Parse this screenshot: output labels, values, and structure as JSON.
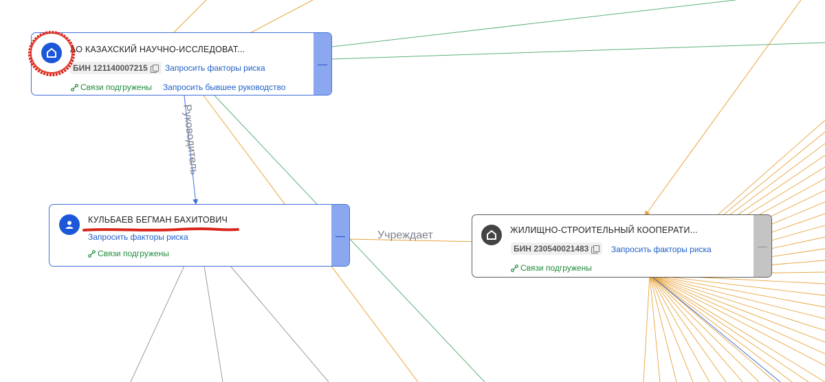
{
  "graph": {
    "nodes": {
      "org": {
        "title": "АО КАЗАХСКИЙ НАУЧНО-ИССЛЕДОВАТ...",
        "bin": "БИН 121140007215",
        "risk_link": "Запросить факторы риска",
        "links_status": "Связи подгружены",
        "former_mgmt_link": "Запросить бывшее руководство",
        "collapse": "—"
      },
      "person": {
        "title": "КУЛЬБАЕВ БЕГМАН БАХИТОВИЧ",
        "risk_link": "Запросить факторы риска",
        "links_status": "Связи подгружены",
        "collapse": "—"
      },
      "coop": {
        "title": "ЖИЛИЩНО-СТРОИТЕЛЬНЫЙ КООПЕРАТИ...",
        "bin": "БИН 230540021483",
        "risk_link": "Запросить факторы риска",
        "links_status": "Связи подгружены",
        "collapse": "—"
      }
    },
    "edge_labels": {
      "manager": "Руководитель",
      "founder": "Учреждает"
    },
    "colors": {
      "node_border": "#3f6fd8",
      "side_bar": "#8aa7ef",
      "link_blue": "#1f5fc8",
      "loaded_green": "#1f8a3a",
      "edge_orange": "#e8a33a",
      "edge_green": "#5db07a",
      "edge_gray": "#9a9a9a",
      "annotation_red": "#d8261c"
    },
    "icons": {
      "org": "house-icon",
      "person": "person-icon",
      "coop": "house-icon",
      "links": "link-icon"
    }
  }
}
